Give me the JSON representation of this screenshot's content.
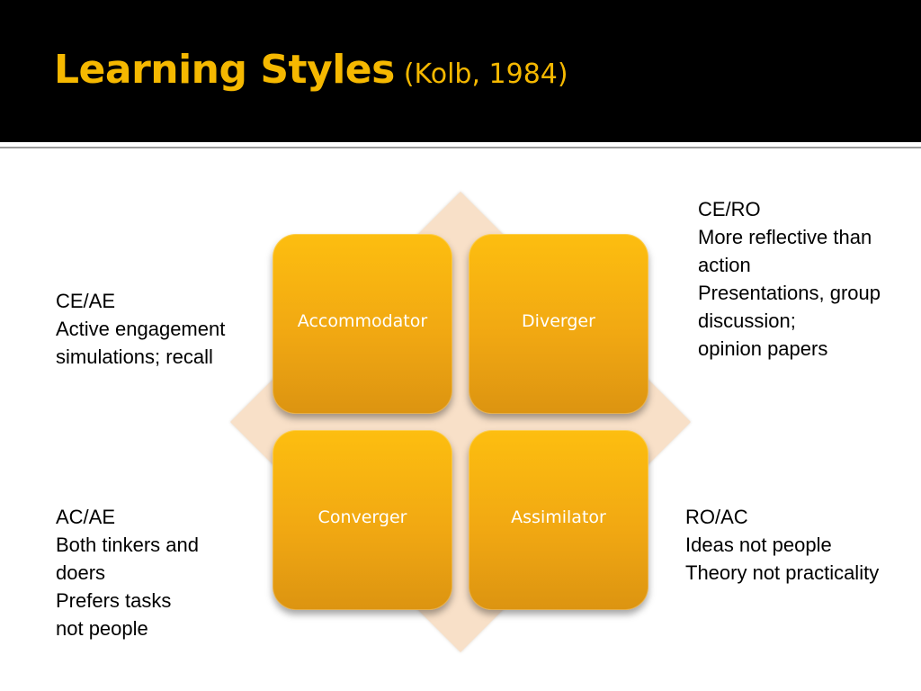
{
  "slide": {
    "title_main": "Learning Styles",
    "title_sub": "(Kolb, 1984)"
  },
  "quadrants": {
    "top_left": "Accommodator",
    "top_right": "Diverger",
    "bottom_left": "Converger",
    "bottom_right": "Assimilator"
  },
  "notes": {
    "top_right": [
      "CE/RO",
      "More reflective than",
      "action",
      "Presentations, group",
      "discussion;",
      "opinion papers"
    ],
    "left_upper": [
      "CE/AE",
      "Active engagement",
      "simulations; recall"
    ],
    "left_lower": [
      "AC/AE",
      "Both tinkers and",
      "doers",
      "Prefers tasks",
      "not people"
    ],
    "right_lower": [
      "RO/AC",
      "Ideas not people",
      "Theory not practicality"
    ]
  },
  "colors": {
    "header_background": "#000000",
    "title": "#f5b800",
    "tile": "#f4ae12",
    "diamond": "#f8e0c8"
  }
}
